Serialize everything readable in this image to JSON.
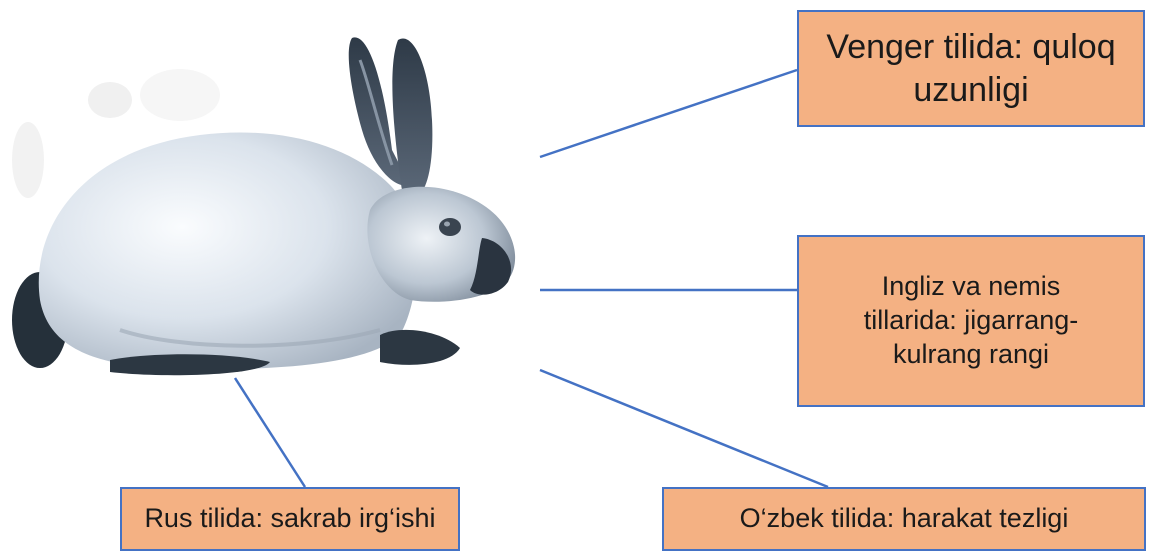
{
  "colors": {
    "box_fill": "#f4b183",
    "box_border": "#4472c4",
    "connector": "#4472c4"
  },
  "image": {
    "icon": "rabbit-illustration"
  },
  "labels": {
    "hungarian": "Venger tilida: quloq uzunligi",
    "english_german": "Ingliz va nemis tillarida: jigarrang-kulrang rangi",
    "russian": "Rus tilida: sakrab irg‘ishi",
    "uzbek": "O‘zbek tilida: harakat tezligi"
  }
}
